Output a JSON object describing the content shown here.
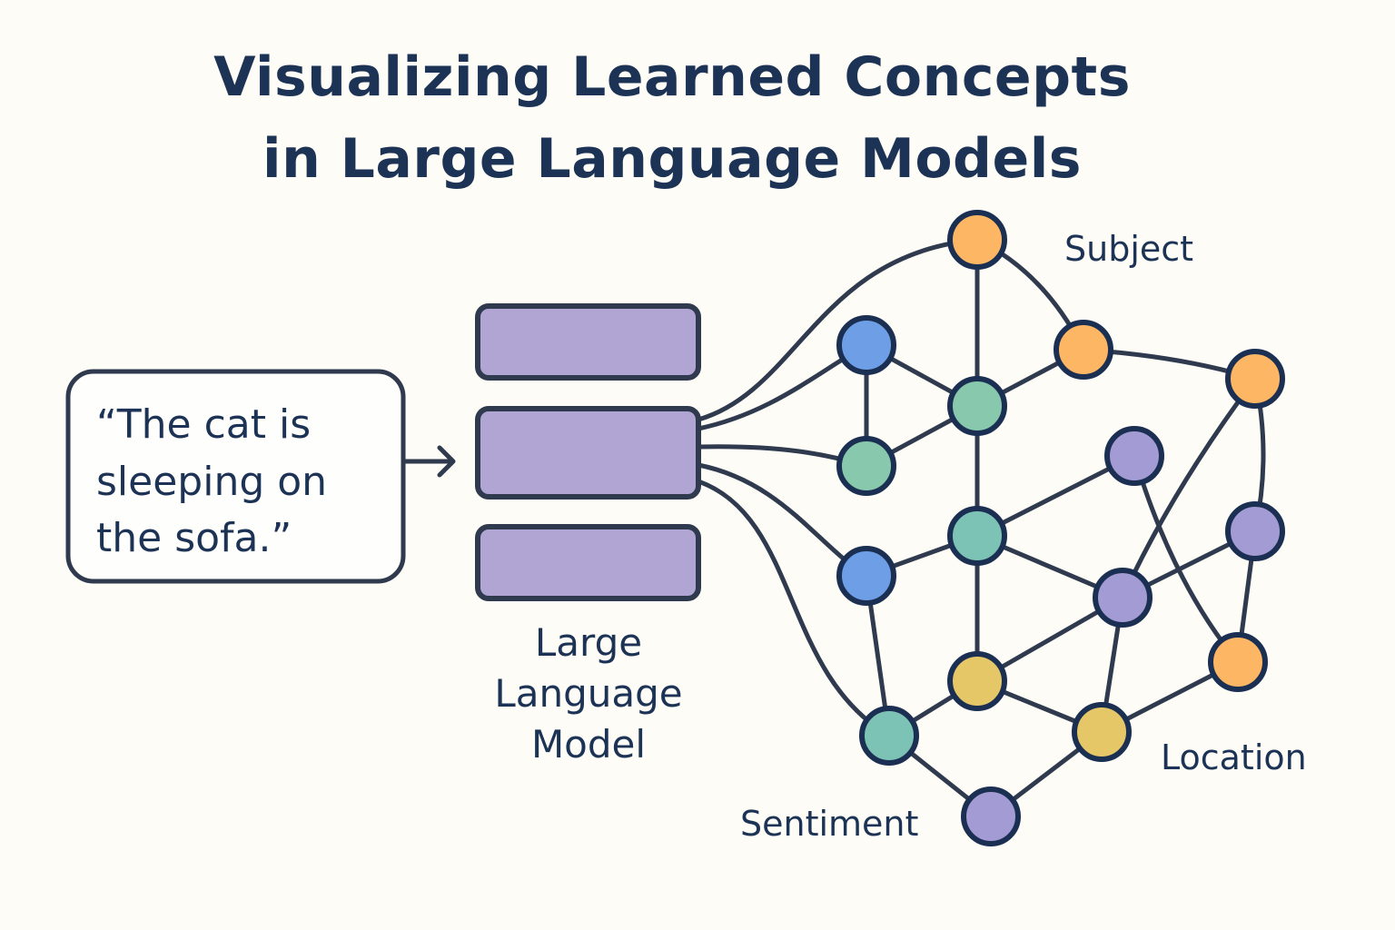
{
  "title": {
    "line1": "Visualizing Learned Concepts",
    "line2": "in Large Language Models"
  },
  "input": {
    "lines": [
      "“The cat is",
      "sleeping on",
      "the sofa.”"
    ]
  },
  "model": {
    "label_lines": [
      "Large",
      "Language",
      "Model"
    ],
    "layers": 3
  },
  "concept_labels": {
    "subject": "Subject",
    "location": "Location",
    "sentiment": "Sentiment"
  },
  "colors": {
    "background": "#fdfcf7",
    "text": "#1d3355",
    "stroke": "#2f3a4e",
    "node_stroke": "#1b2f52",
    "layer_fill": "#b1a5d4",
    "orange": "#fdb664",
    "blue": "#6e9ee6",
    "green": "#88c8ad",
    "teal": "#7cc3b6",
    "purple": "#a39bd3",
    "yellow": "#e5c767"
  },
  "graph": {
    "nodes": [
      {
        "id": "o1",
        "color": "orange"
      },
      {
        "id": "o2",
        "color": "orange"
      },
      {
        "id": "o3",
        "color": "orange"
      },
      {
        "id": "o4",
        "color": "orange"
      },
      {
        "id": "b1",
        "color": "blue"
      },
      {
        "id": "b2",
        "color": "blue"
      },
      {
        "id": "g1",
        "color": "green"
      },
      {
        "id": "g2",
        "color": "green"
      },
      {
        "id": "t1",
        "color": "teal"
      },
      {
        "id": "t2",
        "color": "teal"
      },
      {
        "id": "p1",
        "color": "purple"
      },
      {
        "id": "p2",
        "color": "purple"
      },
      {
        "id": "p3",
        "color": "purple"
      },
      {
        "id": "p4",
        "color": "purple"
      },
      {
        "id": "y1",
        "color": "yellow"
      },
      {
        "id": "y2",
        "color": "yellow"
      }
    ],
    "edges": [
      [
        "o1",
        "g1"
      ],
      [
        "o1",
        "o2"
      ],
      [
        "b1",
        "g1"
      ],
      [
        "b1",
        "g2"
      ],
      [
        "g1",
        "o2"
      ],
      [
        "g2",
        "g1"
      ],
      [
        "o2",
        "o3"
      ],
      [
        "g1",
        "t1"
      ],
      [
        "b2",
        "t1"
      ],
      [
        "t1",
        "p1"
      ],
      [
        "t1",
        "p2"
      ],
      [
        "t1",
        "y1"
      ],
      [
        "o3",
        "p2"
      ],
      [
        "o3",
        "p3"
      ],
      [
        "p1",
        "o4"
      ],
      [
        "p2",
        "p3"
      ],
      [
        "p3",
        "o4"
      ],
      [
        "b2",
        "t2"
      ],
      [
        "p2",
        "y1"
      ],
      [
        "p2",
        "y2"
      ],
      [
        "t2",
        "y1"
      ],
      [
        "y1",
        "y2"
      ],
      [
        "y2",
        "o4"
      ],
      [
        "t2",
        "p4"
      ],
      [
        "y2",
        "p4"
      ]
    ],
    "model_links": [
      "o1",
      "b1",
      "g2",
      "b2",
      "t2"
    ]
  }
}
